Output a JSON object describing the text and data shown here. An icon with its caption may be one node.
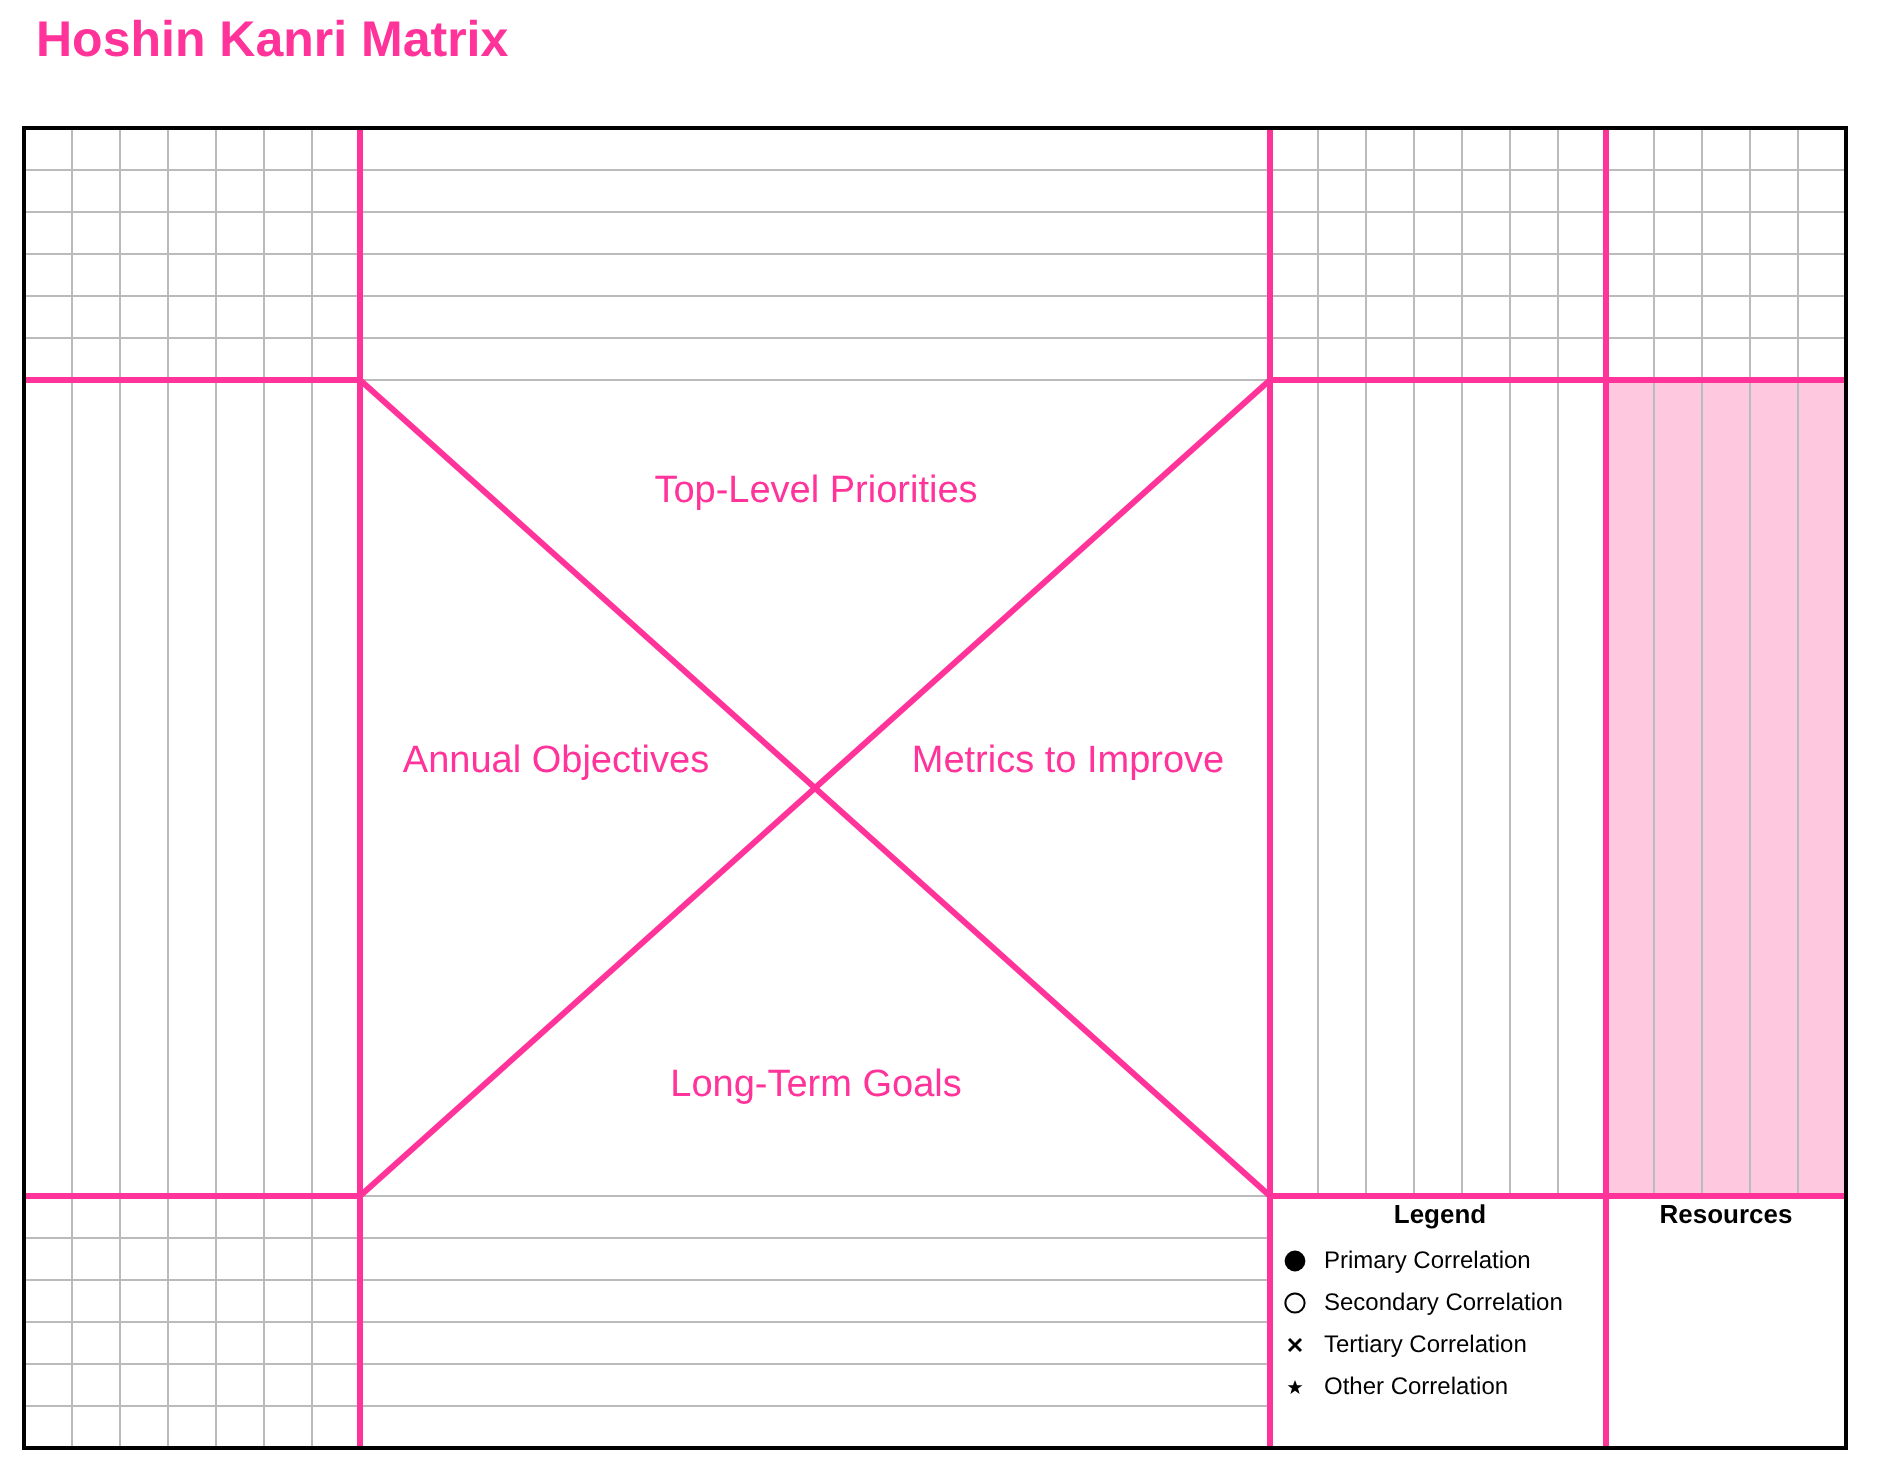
{
  "diagram": {
    "title": "Hoshin Kanri Matrix",
    "labels": [
      "Top-Level Priorities",
      "Annual Objectives",
      "Metrics to Improve",
      "Long-Term Goals",
      "Legend",
      "Resources"
    ],
    "legend": [
      {
        "text": "Primary Correlation"
      },
      {
        "text": "Secondary Correlation"
      },
      {
        "text": "Tertiary Correlation"
      },
      {
        "text": "Other Correlation"
      }
    ]
  }
}
